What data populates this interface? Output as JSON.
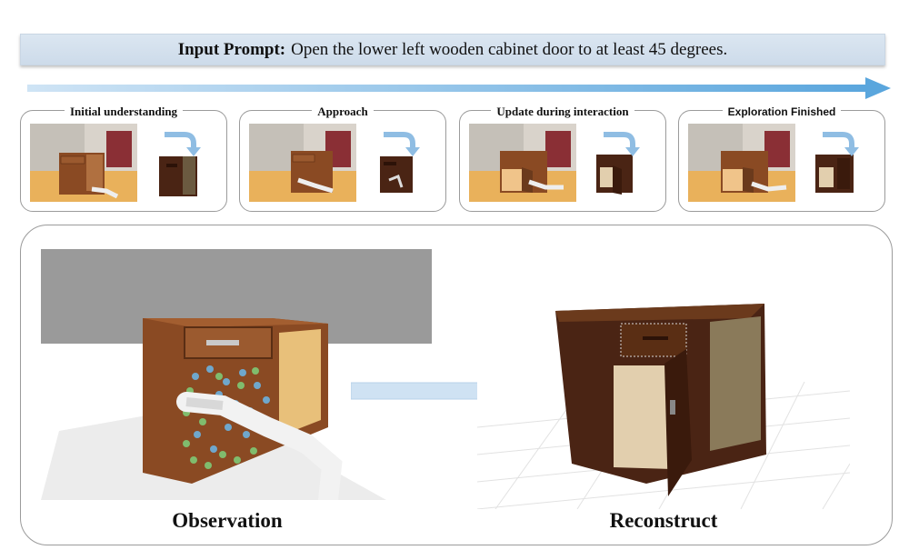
{
  "prompt": {
    "label": "Input Prompt:",
    "text": "Open the lower left wooden cabinet door to at least 45 degrees."
  },
  "stages": [
    {
      "title": "Initial understanding"
    },
    {
      "title": "Approach"
    },
    {
      "title": "Update during interaction"
    },
    {
      "title": "Exploration Finished"
    }
  ],
  "panel": {
    "observation_label": "Observation",
    "reconstruct_label": "Reconstruct"
  },
  "colors": {
    "arrow": "#8fbde3",
    "wood": "#8a4a23",
    "dark_wood": "#4a2414",
    "wall_panel": "#8a2f35",
    "floor": "#e9b15b"
  }
}
